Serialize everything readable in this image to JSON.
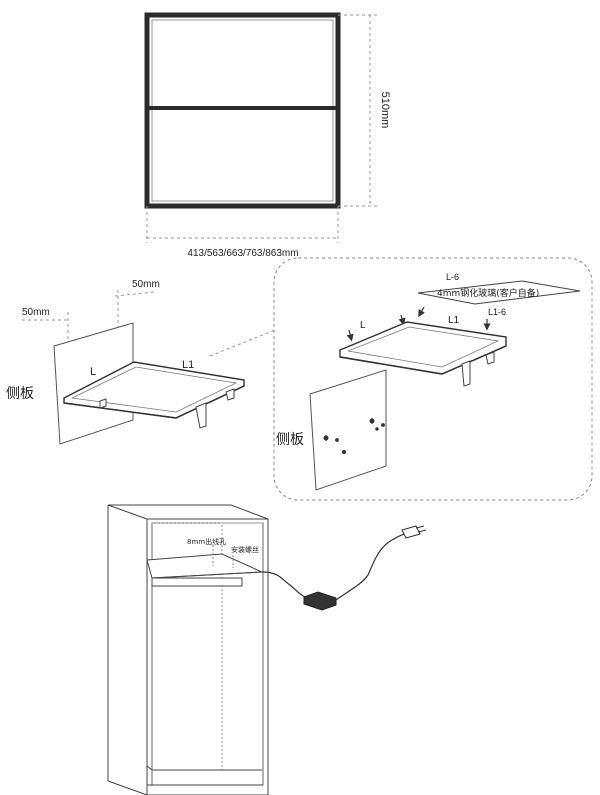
{
  "front_view": {
    "height_dim": "510mm",
    "width_dim": "413/563/663/763/863mm"
  },
  "left_assembly": {
    "offset_left": "50mm",
    "offset_right": "50mm",
    "label_L": "L",
    "label_L1": "L1",
    "side_panel": "侧板"
  },
  "detail_view": {
    "glass_length": "L-6",
    "glass_width": "L1-6",
    "glass_note": "4mm钢化玻璃(客户自备)",
    "frame_L": "L",
    "frame_L1": "L1",
    "side_panel": "侧板"
  },
  "cabinet_view": {
    "wire_hole": "8mm出线孔",
    "screw": "安装螺丝"
  }
}
